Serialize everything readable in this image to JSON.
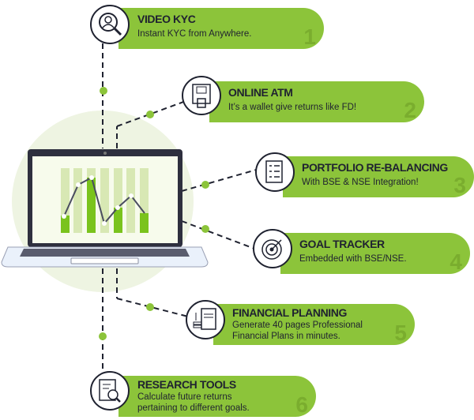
{
  "features": [
    {
      "title": "VIDEO KYC",
      "description": "Instant KYC from Anywhere.",
      "number": "1",
      "icon": "search-user-icon"
    },
    {
      "title": "ONLINE ATM",
      "description": "It’s a wallet give returns like FD!",
      "number": "2",
      "icon": "atm-icon"
    },
    {
      "title": "PORTFOLIO RE-BALANCING",
      "description": "With BSE & NSE Integration!",
      "number": "3",
      "icon": "checklist-icon"
    },
    {
      "title": "GOAL TRACKER",
      "description": "Embedded with BSE/NSE.",
      "number": "4",
      "icon": "target-icon"
    },
    {
      "title": "FINANCIAL PLANNING",
      "description": "Generate 40 pages Professional\nFinancial Plans in minutes.",
      "number": "5",
      "icon": "financial-document-icon"
    },
    {
      "title": "RESEARCH TOOLS",
      "description": "Calculate future returns\npertaining to different goals.",
      "number": "6",
      "icon": "research-icon"
    }
  ],
  "colors": {
    "accent": "#8cc43a",
    "dark": "#1f2230",
    "number": "#7aad2e",
    "blob": "#eef4e2"
  }
}
